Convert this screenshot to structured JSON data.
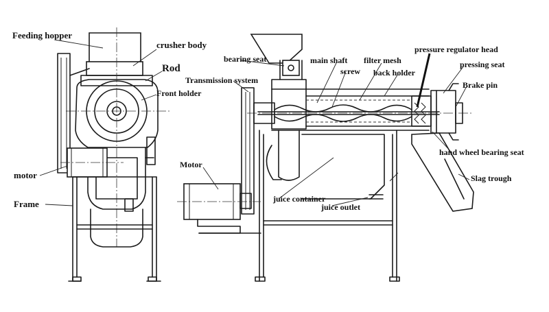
{
  "labels": {
    "feeding_hopper": "Feeding hopper",
    "crusher_body": "crusher body",
    "rod": "Rod",
    "front_holder": "Front holder",
    "motor_left": "motor",
    "frame": "Frame",
    "bearing_seat": "bearing seat",
    "transmission_system": "Transmission system",
    "main_shaft": "main shaft",
    "screw": "screw",
    "filter_mesh": "filter mesh",
    "back_holder": "back holder",
    "pressure_regulator_head": "pressure regulator head",
    "pressing_seat": "pressing seat",
    "brake_pin": "Brake pin",
    "hand_wheel_bearing_seat": "hand wheel bearing seat",
    "slag_trough": "Slag trough",
    "motor_right": "Motor",
    "juice_container": "juice container",
    "juice_outlet": "juice outlet"
  }
}
